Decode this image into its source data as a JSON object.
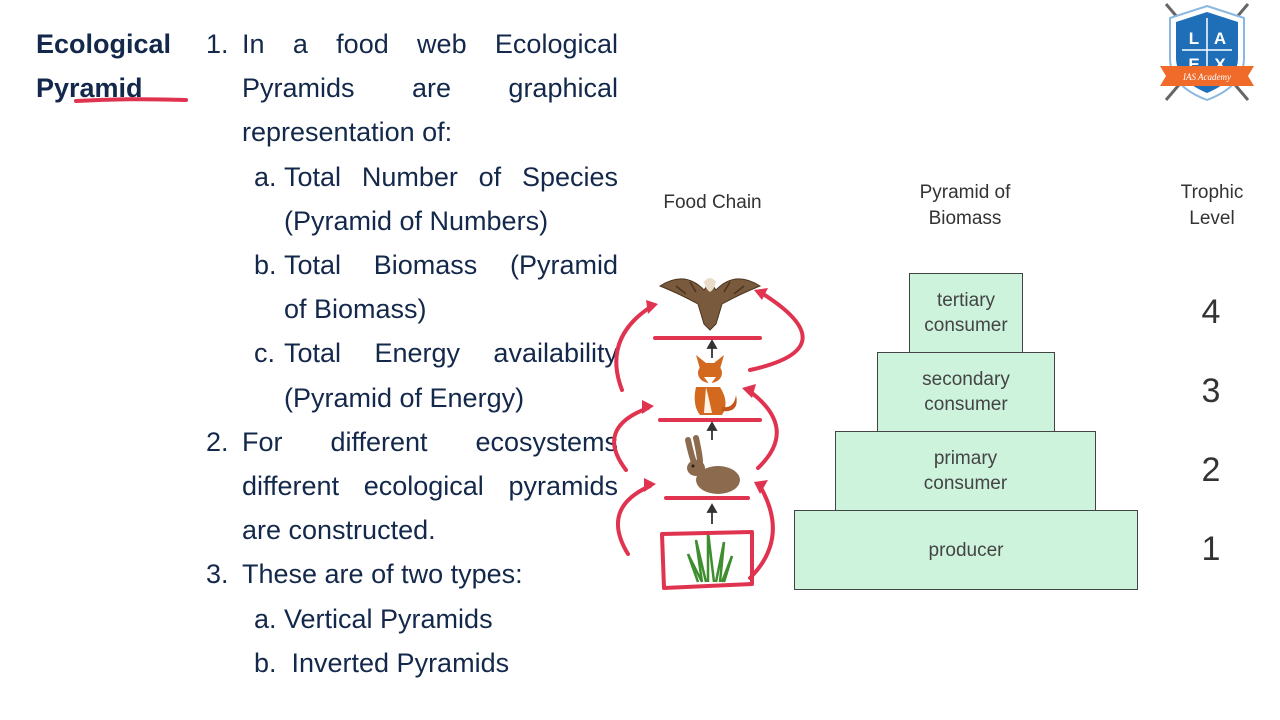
{
  "heading": {
    "line1": "Ecological",
    "line2": "Pyramid"
  },
  "points": [
    {
      "num": "1.",
      "lines": [
        "In a food web Ecological",
        "Pyramids are graphical",
        "representation of:"
      ]
    },
    {
      "num": "a.",
      "sub": true,
      "lines": [
        "Total Number of Species",
        "(Pyramid of Numbers)"
      ]
    },
    {
      "num": "b.",
      "sub": true,
      "lines": [
        "Total Biomass (Pyramid",
        "of Biomass)"
      ]
    },
    {
      "num": "c.",
      "sub": true,
      "lines": [
        "Total Energy availability",
        "(Pyramid of Energy)"
      ]
    },
    {
      "num": "2.",
      "lines": [
        "For different ecosystems",
        "different ecological pyramids",
        "are constructed."
      ]
    },
    {
      "num": "3.",
      "lines": [
        "These are of two types:"
      ]
    },
    {
      "num": "a.",
      "sub": true,
      "lines": [
        "Vertical Pyramids"
      ]
    },
    {
      "num": "b.",
      "sub": true,
      "lines": [
        " Inverted Pyramids"
      ]
    }
  ],
  "diagram": {
    "food_chain_label": "Food Chain",
    "biomass_label": [
      "Pyramid of",
      "Biomass"
    ],
    "trophic_label": [
      "Trophic",
      "Level"
    ],
    "food_chain_items": [
      "eagle-icon",
      "fox-icon",
      "rabbit-icon",
      "grass-icon"
    ],
    "tiers": [
      {
        "label": [
          "tertiary",
          "consumer"
        ],
        "level": "4"
      },
      {
        "label": [
          "secondary",
          "consumer"
        ],
        "level": "3"
      },
      {
        "label": [
          "primary",
          "consumer"
        ],
        "level": "2"
      },
      {
        "label": [
          "producer"
        ],
        "level": "1"
      }
    ],
    "tier_color": "#cdf3dc",
    "annotation_color": "#e0334f"
  },
  "logo": {
    "letters": [
      "L",
      "A",
      "E",
      "X"
    ],
    "ribbon": "IAS Academy",
    "shield_color": "#1f6fb8",
    "ribbon_color": "#f06a2a"
  }
}
